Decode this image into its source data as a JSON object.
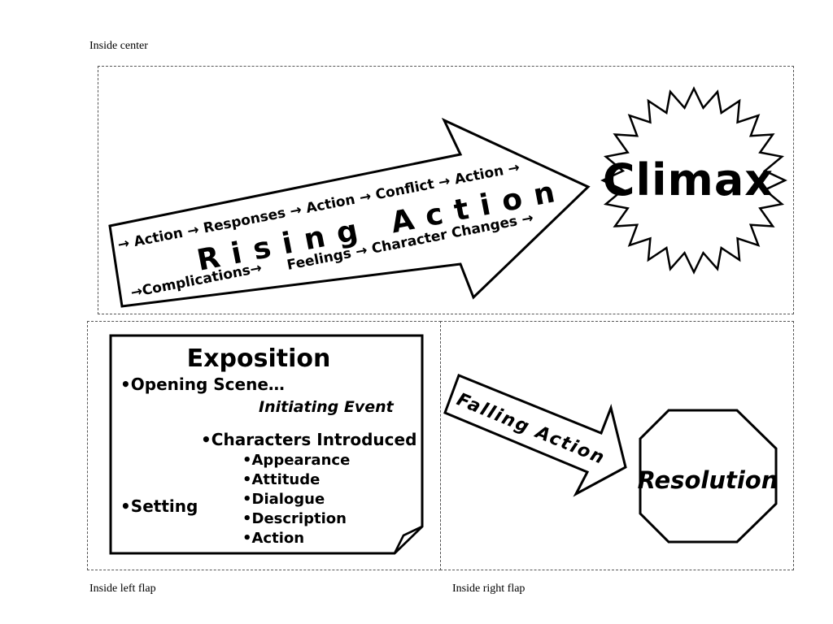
{
  "labels": {
    "inside_center": "Inside center",
    "inside_left_flap": "Inside left flap",
    "inside_right_flap": "Inside right flap"
  },
  "rising_action": {
    "title": "Rising Action",
    "line_top": "→ Action → Responses → Action → Conflict → Action →",
    "line_middle": "Feelings →   Character Changes →",
    "line_bottom": "→Complications→"
  },
  "climax": {
    "title": "Climax"
  },
  "exposition": {
    "title": "Exposition",
    "opening_scene": "•Opening Scene…",
    "initiating_event": "Initiating Event",
    "characters_introduced": "•Characters Introduced",
    "character_items": [
      "•Appearance",
      "•Attitude",
      "•Dialogue",
      "•Description",
      "•Action"
    ],
    "setting": "•Setting"
  },
  "falling_action": {
    "title": "Falling Action"
  },
  "resolution": {
    "title": "Resolution"
  }
}
